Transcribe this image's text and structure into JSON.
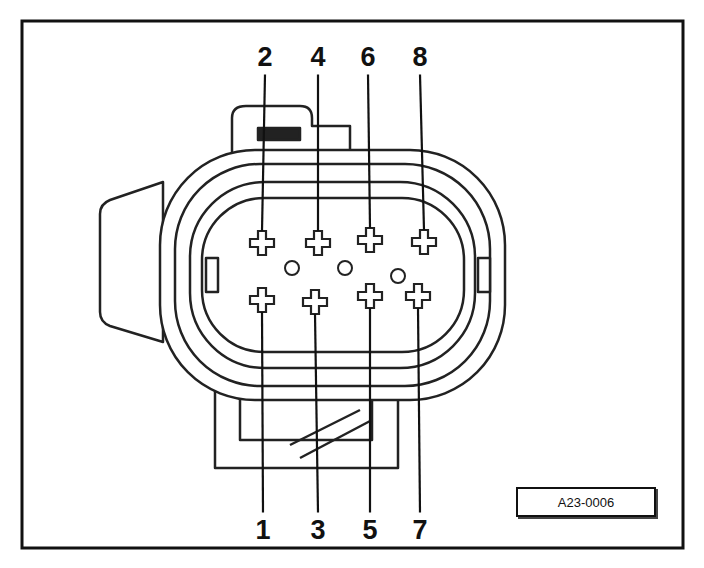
{
  "diagram": {
    "nodes": [
      {
        "text": [
          "A23-0006"
        ]
      }
    ],
    "labels": [
      "2",
      "4",
      "6",
      "8",
      "1",
      "3",
      "5",
      "7"
    ]
  }
}
